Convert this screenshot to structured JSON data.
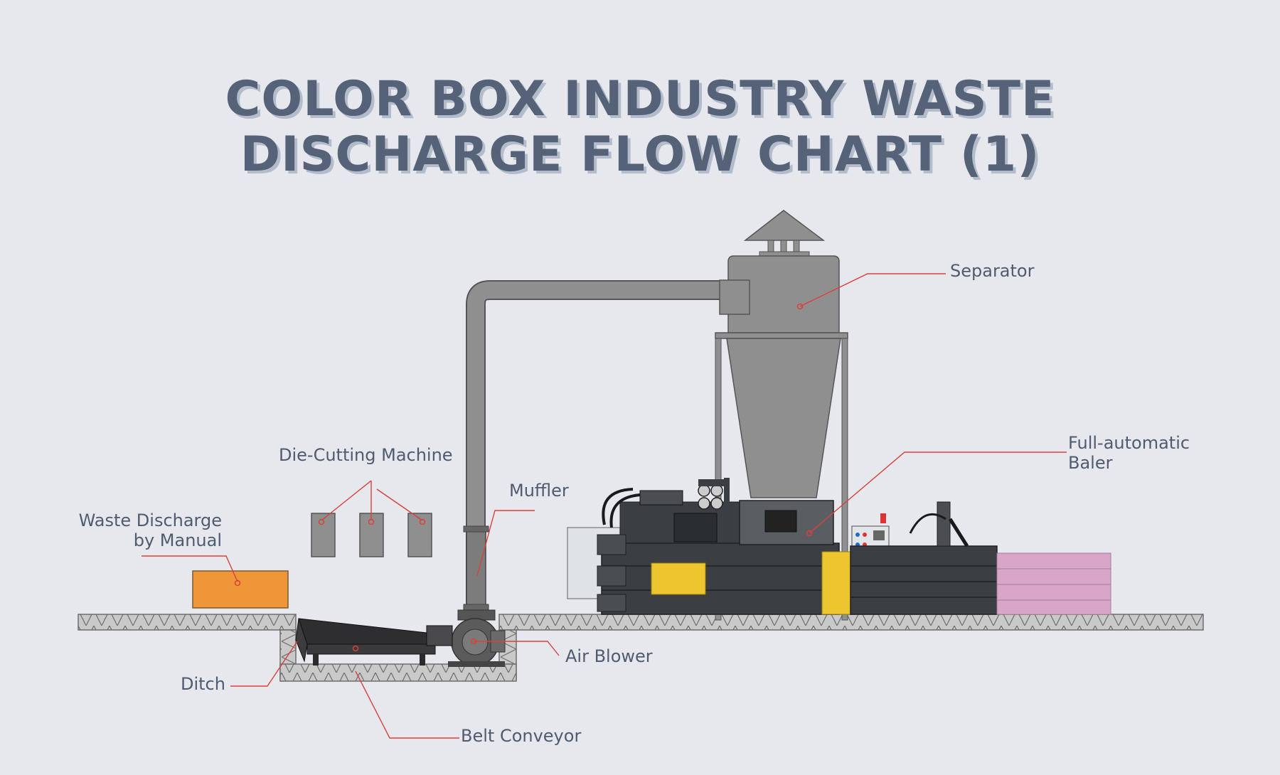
{
  "title": {
    "line1": "COLOR BOX INDUSTRY WASTE",
    "line2": "DISCHARGE FLOW CHART (1)"
  },
  "labels": {
    "separator": "Separator",
    "baler_line1": "Full-automatic",
    "baler_line2": "Baler",
    "die_cutting": "Die-Cutting Machine",
    "muffler": "Muffler",
    "waste_manual_line1": "Waste Discharge",
    "waste_manual_line2": "by Manual",
    "air_blower": "Air Blower",
    "ditch": "Ditch",
    "belt_conveyor": "Belt Conveyor"
  },
  "colors": {
    "background": "#e6e8ee",
    "title": "#556277",
    "title_shadow": "#b3bccb",
    "label": "#4f5b6e",
    "leader_line": "#d9413a",
    "waste_box": "#ee9638",
    "machine_grey": "#8f8f8f",
    "baler_dark": "#3b3f44",
    "baler_yellow": "#ecc52f",
    "bales_pink": "#d7a6c8"
  }
}
